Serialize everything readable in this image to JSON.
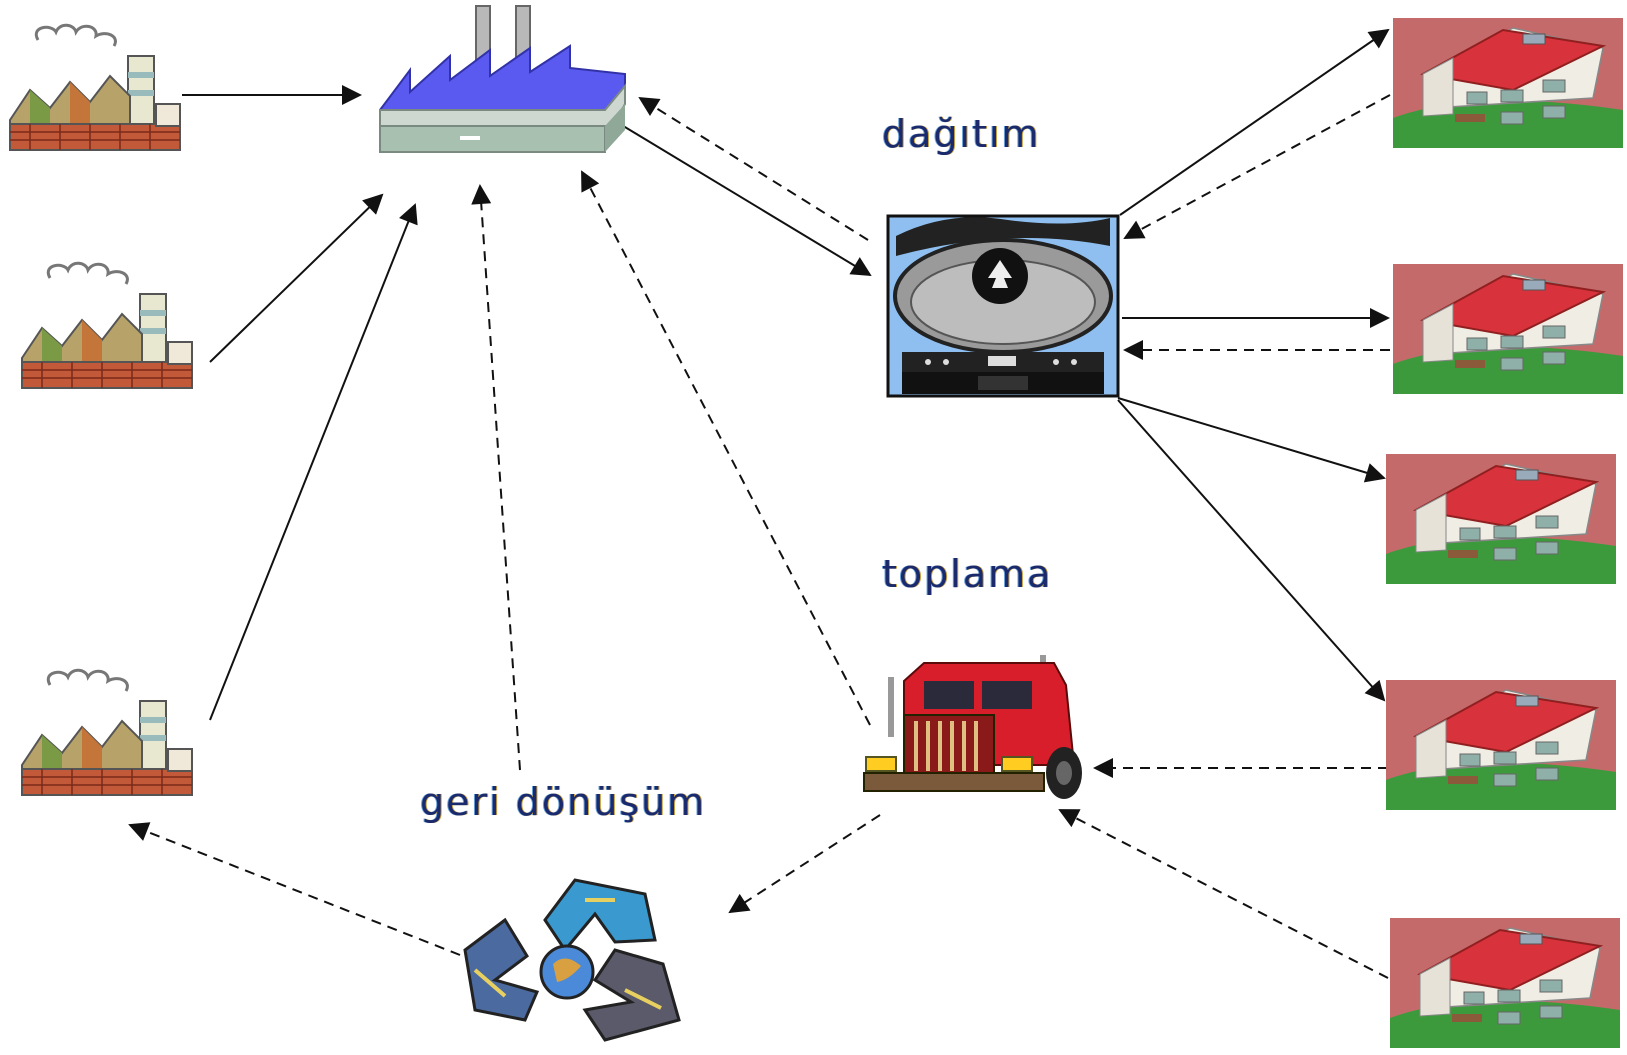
{
  "labels": {
    "distribution": "dağıtım",
    "collection": "toplama",
    "recycling": "geri dönüşüm"
  },
  "colors": {
    "factory_roof": "#5a5af0",
    "house_roof": "#d8323c",
    "grass": "#3c9a3c",
    "truck_body": "#d81e2a",
    "label_text": "#1a2a6c"
  }
}
